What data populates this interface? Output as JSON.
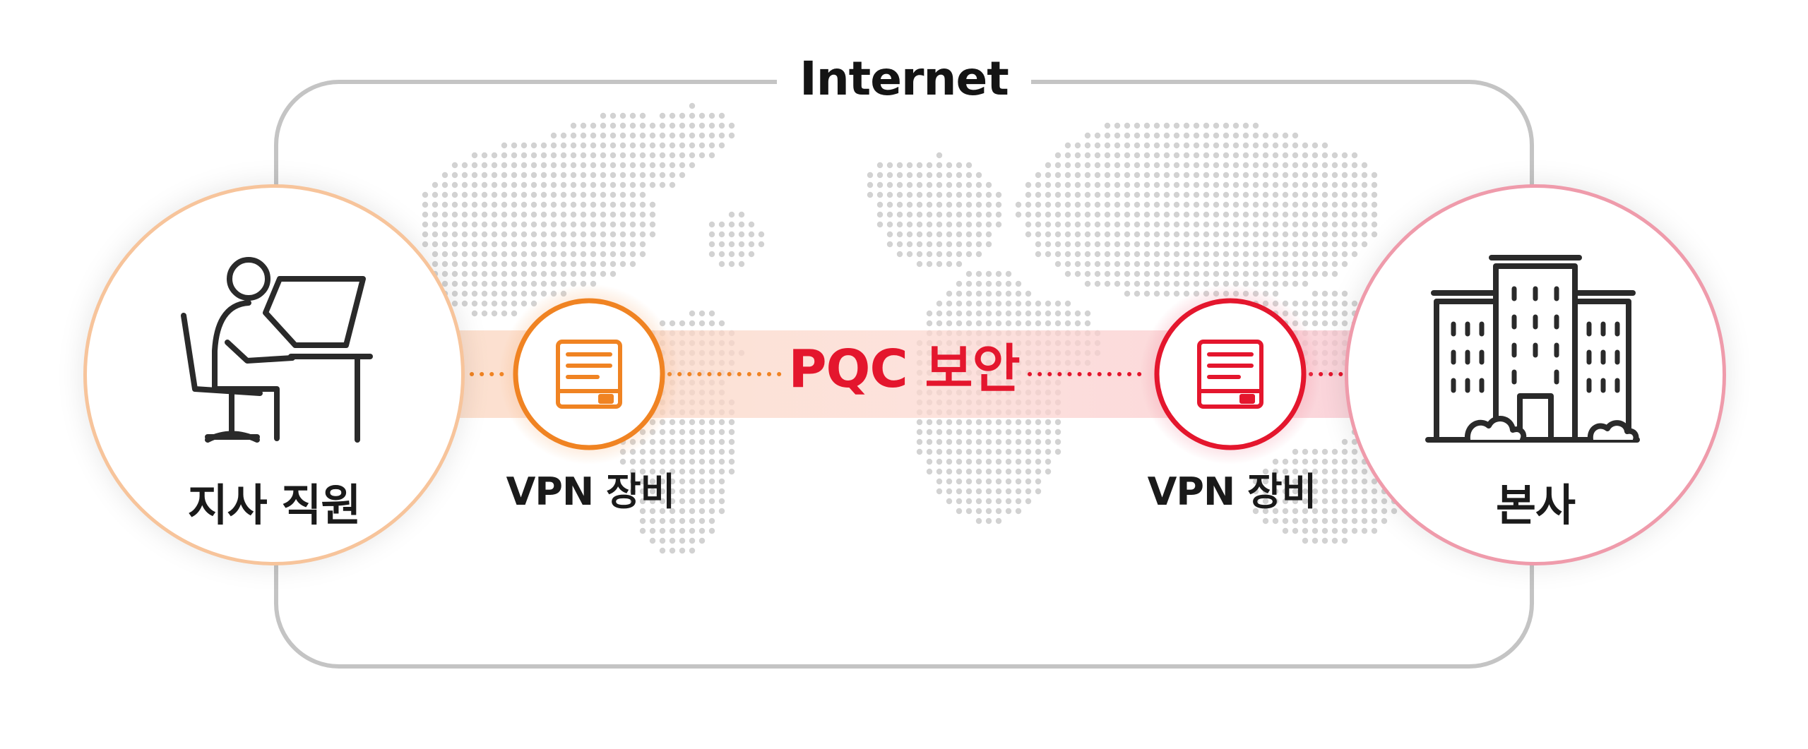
{
  "diagram": {
    "internet_label": "Internet",
    "branch": {
      "label": "지사 직원",
      "icon": "person-at-desk-icon",
      "color": "#f08322"
    },
    "headquarters": {
      "label": "본사",
      "icon": "office-building-icon",
      "color": "#e4162d"
    },
    "vpn_left": {
      "label": "VPN 장비",
      "icon": "vpn-device-icon",
      "color": "#f08322"
    },
    "vpn_right": {
      "label": "VPN 장비",
      "icon": "vpn-device-icon",
      "color": "#e4162d"
    },
    "link_label": "PQC 보안",
    "colors": {
      "orange": "#f08322",
      "red": "#e4162d",
      "frame": "#c4c4c4",
      "map_dots": "#d2d2d2",
      "text": "#1a1a1a"
    }
  }
}
